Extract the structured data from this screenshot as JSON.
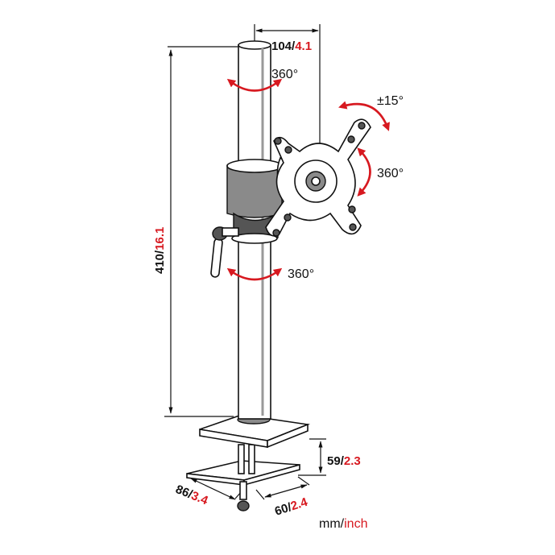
{
  "labels": {
    "width": {
      "mm": "104",
      "sep": "/",
      "inch": "4.1"
    },
    "height": {
      "mm": "410",
      "sep": "/",
      "inch": "16.1"
    },
    "clamp_height": {
      "mm": "59",
      "sep": "/",
      "inch": "2.3"
    },
    "clamp_depth": {
      "mm": "86",
      "sep": "/",
      "inch": "3.4"
    },
    "clamp_width": {
      "mm": "60",
      "sep": "/",
      "inch": "2.4"
    },
    "rotation_top": "360°",
    "rotation_plate": "360°",
    "rotation_bottom": "360°",
    "tilt": "±15°",
    "units": {
      "mm": "mm",
      "sep": "/",
      "inch": "inch"
    }
  },
  "colors": {
    "accent": "#d71920",
    "ink": "#111111"
  }
}
